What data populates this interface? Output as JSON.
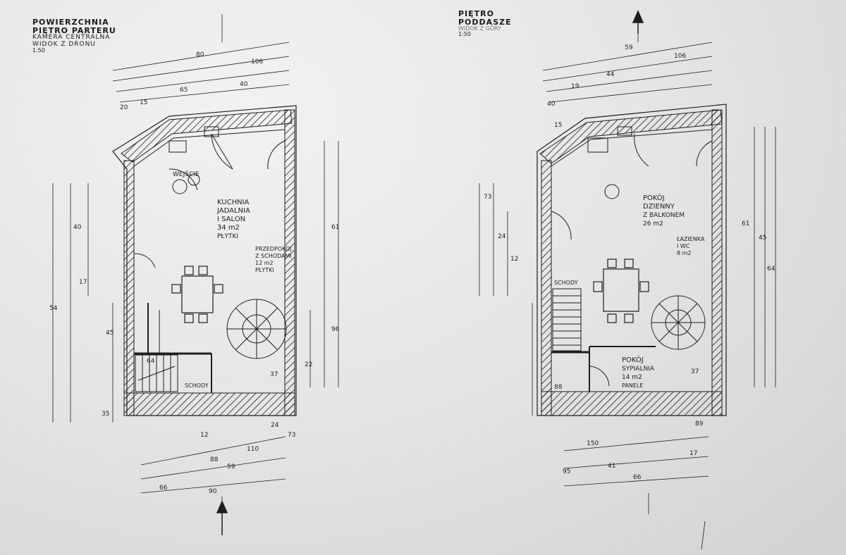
{
  "left_sheet": {
    "header": {
      "line1": "POWIERZCHNIA",
      "line2": "PIĘTRO PARTERU",
      "line3": "KAMERA CENTRALNA",
      "line4": "WIDOK Z DRONU",
      "line5": "1:50"
    },
    "rooms": {
      "living_name": "KUCHNIA",
      "living_sub1": "JADALNIA",
      "living_sub2": "I SALON",
      "living_area": "34 m2",
      "living_floor": "PŁYTKI",
      "small_name": "PRZEDPOKÓJ",
      "small_sub": "Z SCHODAMI",
      "small_area": "12 m2",
      "small_floor": "PŁYTKI",
      "entry_label": "WEJŚCIE",
      "stair_label": "SCHODY"
    },
    "dimensions": [
      "20",
      "15",
      "80",
      "65",
      "106",
      "61",
      "54",
      "40",
      "45",
      "22",
      "96",
      "24",
      "35",
      "88",
      "110",
      "90",
      "66",
      "37",
      "59",
      "17",
      "64",
      "12",
      "73",
      "40"
    ]
  },
  "right_sheet": {
    "header": {
      "line1": "PIĘTRO",
      "line2": "PODDASZE",
      "line3": "WIDOK Z GÓRY",
      "line4": "1:50"
    },
    "rooms": {
      "living_name": "POKÓJ",
      "living_sub1": "DZIENNY",
      "living_sub2": "Z BALKONEM",
      "living_area": "26 m2",
      "small_name": "ŁAZIENKA",
      "small_sub": "I WC",
      "small_area": "8 m2",
      "bottom_name": "POKÓJ",
      "bottom_sub": "SYPIALNIA",
      "bottom_area": "14 m2",
      "bottom_floor": "PANELE",
      "stair_label": "SCHODY"
    },
    "dimensions": [
      "40",
      "59",
      "19",
      "44",
      "106",
      "45",
      "61",
      "64",
      "73",
      "24",
      "12",
      "88",
      "95",
      "66",
      "150",
      "17",
      "89",
      "41",
      "37",
      "15"
    ]
  },
  "colors": {
    "ink": "#1e1e1e",
    "paper": "#e9e9e7",
    "shadow": "#cfcfcd"
  }
}
